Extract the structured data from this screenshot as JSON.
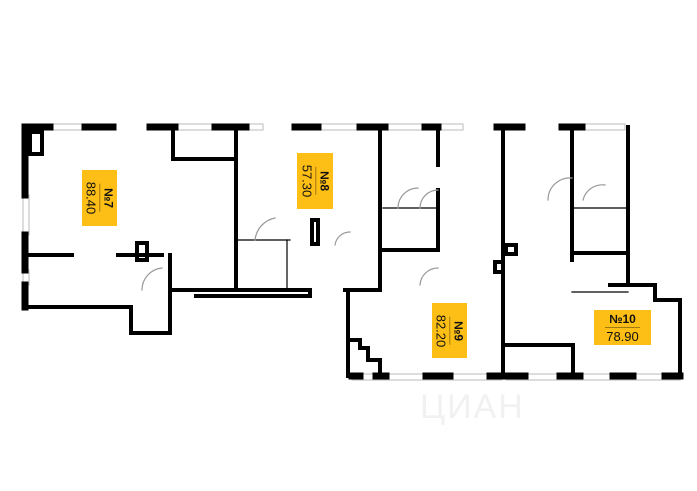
{
  "units": [
    {
      "number": "№7",
      "area": "88.40"
    },
    {
      "number": "№8",
      "area": "57.30"
    },
    {
      "number": "№9",
      "area": "82.20"
    },
    {
      "number": "№10",
      "area": "78.90"
    }
  ],
  "watermark": "ЦИАН",
  "colors": {
    "label": "#FDBE16",
    "wall": "#000000"
  }
}
